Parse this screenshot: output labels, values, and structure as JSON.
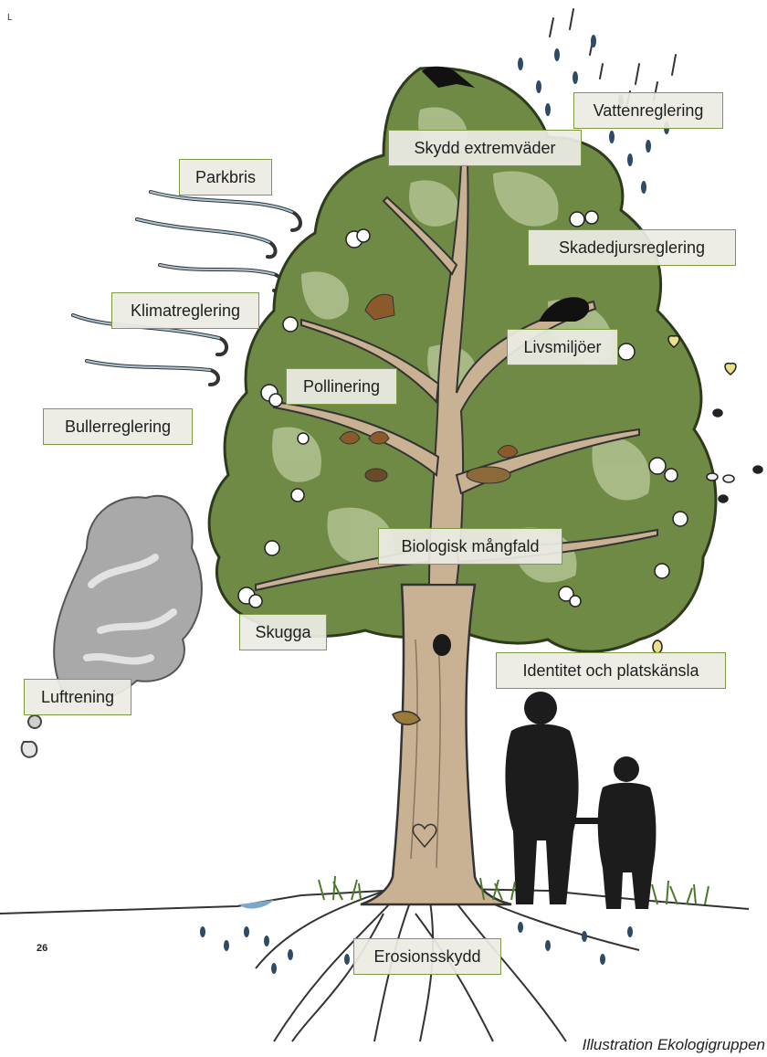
{
  "corner_mark": "L",
  "labels": {
    "vattenreglering": "Vattenreglering",
    "skydd_extremvader": "Skydd extremväder",
    "parkbris": "Parkbris",
    "skadedjursreglering": "Skadedjursreglering",
    "klimatreglering": "Klimatreglering",
    "livsmiljoer": "Livsmiljöer",
    "pollinering": "Pollinering",
    "bullerreglering": "Bullerreglering",
    "biologisk_mangfald": "Biologisk mångfald",
    "skugga": "Skugga",
    "identitet": "Identitet och platskänsla",
    "luftrening": "Luftrening",
    "erosionsskydd": "Erosionsskydd"
  },
  "page_number": "26",
  "credit": "Illustration Ekologigruppen",
  "colors": {
    "canopy_dark": "#6e8a45",
    "canopy_light": "#aebf8d",
    "trunk": "#c9b194",
    "label_border": "#7d9a45",
    "wind": "#8fb2c8",
    "smoke": "#a9a9a9",
    "water": "#2e4a66"
  }
}
